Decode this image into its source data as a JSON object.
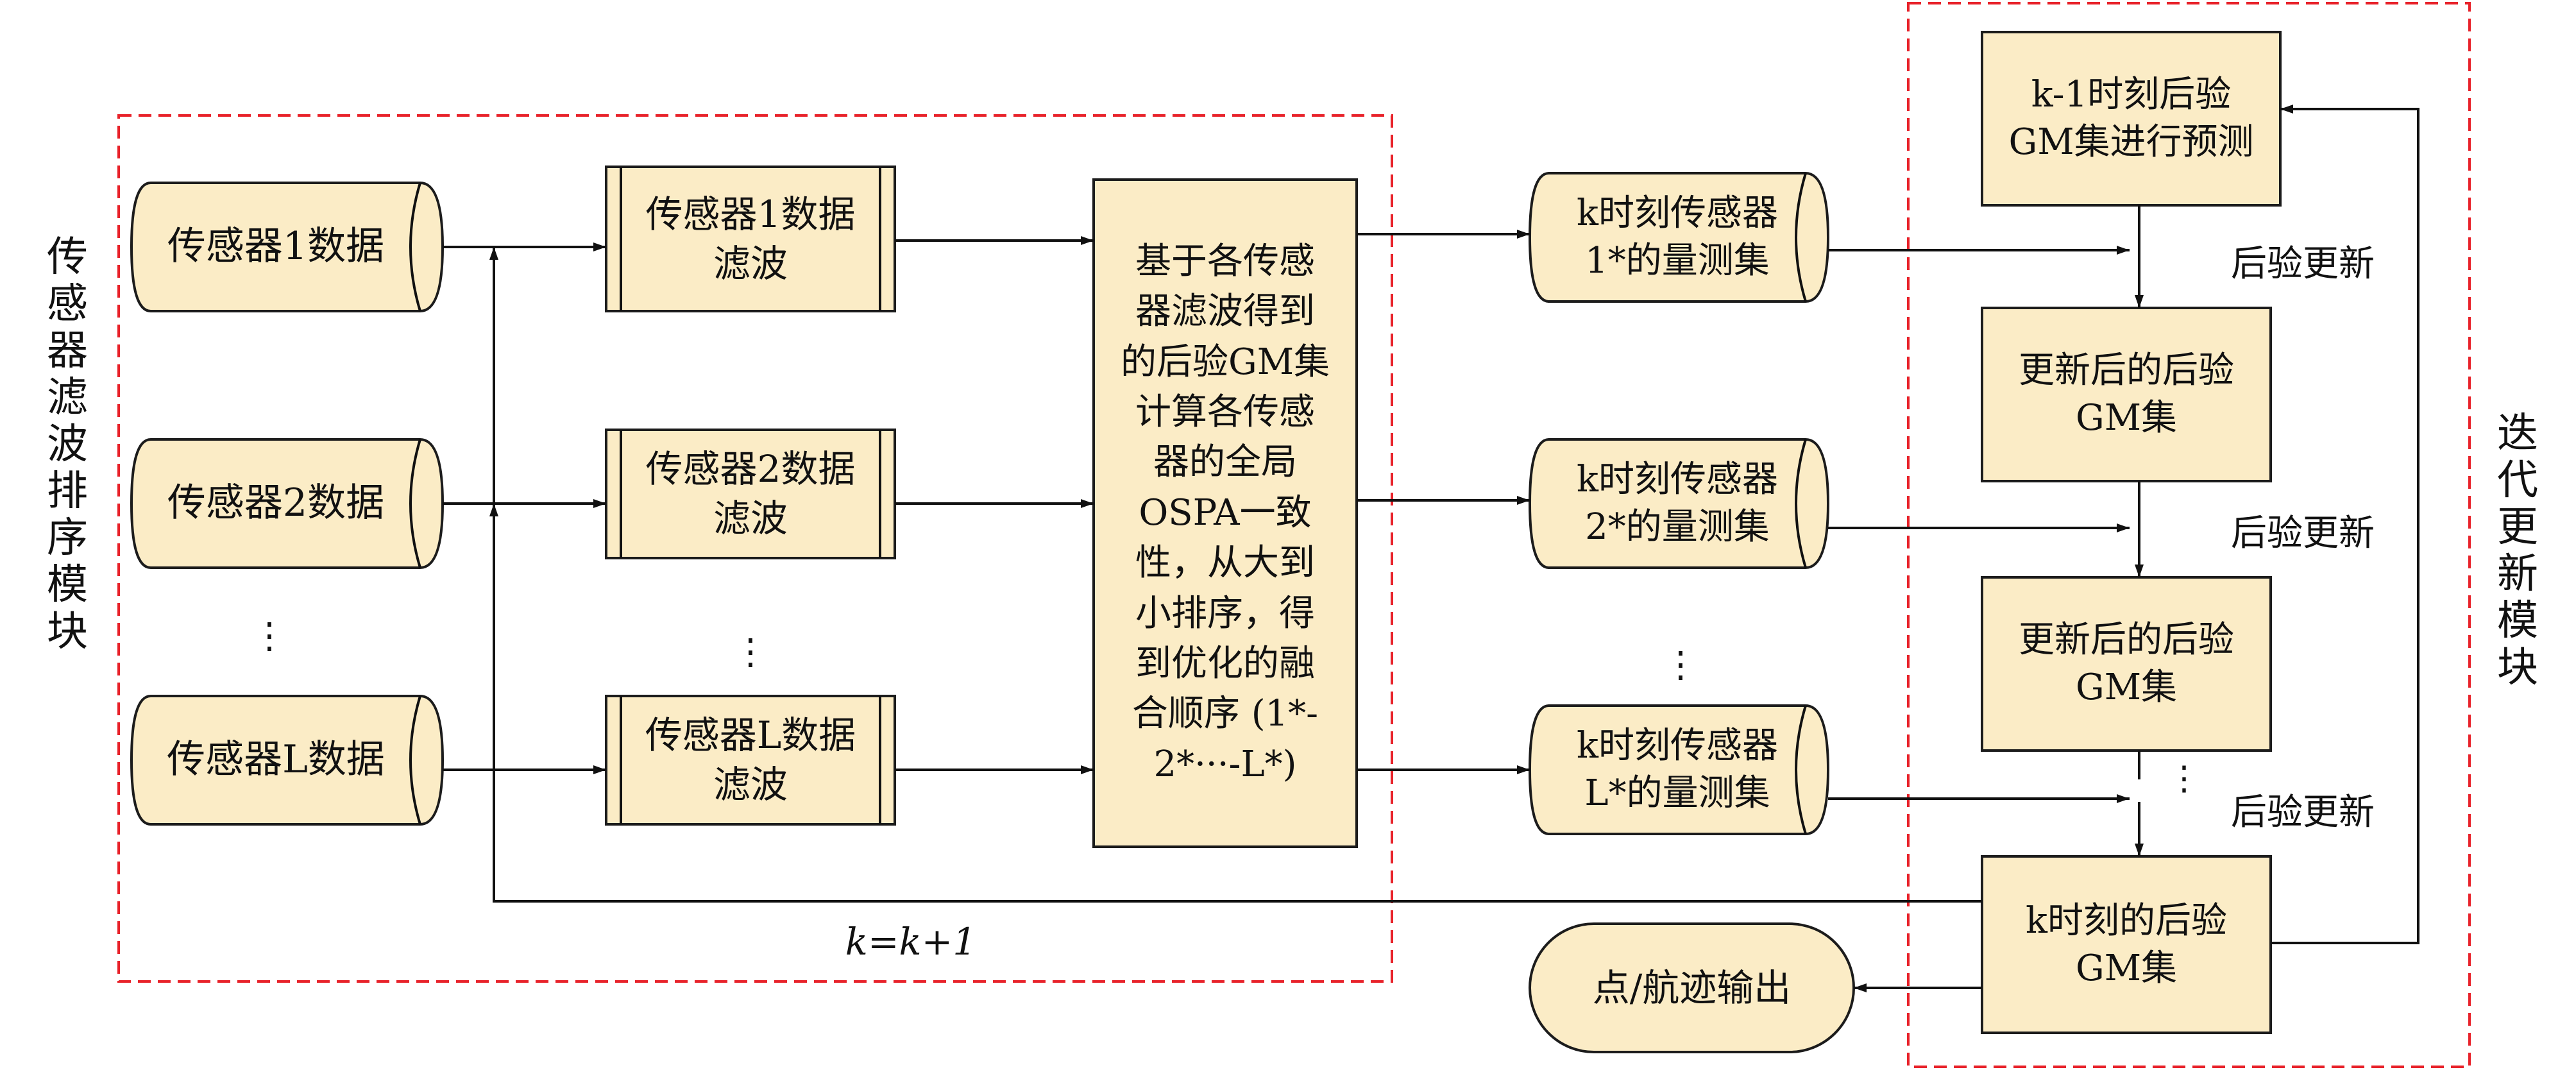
{
  "modules": {
    "sort": "传感器滤波排序模块",
    "iter": "迭代更新模块"
  },
  "sensors": [
    {
      "data": "传感器1数据",
      "filter": "传感器1数据\n滤波",
      "meas": "k时刻传感器\n1*的量测集"
    },
    {
      "data": "传感器2数据",
      "filter": "传感器2数据\n滤波",
      "meas": "k时刻传感器\n2*的量测集"
    },
    {
      "data": "传感器L数据",
      "filter": "传感器L数据\n滤波",
      "meas": "k时刻传感器\nL*的量测集"
    }
  ],
  "ellipsis": "⋮",
  "center": "基于各传感\n器滤波得到\n的后验GM集\n计算各传感\n器的全局\nOSPA一致\n性，从大到\n小排序，得\n到优化的融\n合顺序 (1*-\n2*···-L*)",
  "predict": "k-1时刻后验\nGM集进行预测",
  "updated": "更新后的后验\nGM集",
  "updated2": "更新后的后验\nGM集",
  "posterior_k": "k时刻的后验\nGM集",
  "output": "点/航迹输出",
  "update_label": "后验更新",
  "loop_label": "k=k+1",
  "colors": {
    "node_fill": "#fbecc6",
    "region_stroke": "#e8222a"
  }
}
